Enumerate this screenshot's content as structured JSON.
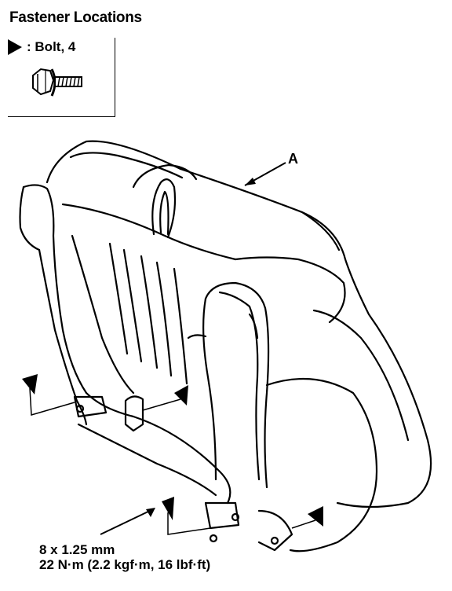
{
  "title": "Fastener Locations",
  "legend": {
    "separator": ":",
    "item": "Bolt, 4",
    "marker_icon": "black-triangle-icon",
    "fastener_icon": "flange-bolt-icon"
  },
  "callouts": {
    "part_a": "A"
  },
  "spec": {
    "size": "8 x 1.25 mm",
    "torque": "22 N·m (2.2 kgf·m, 16 lbf·ft)"
  }
}
